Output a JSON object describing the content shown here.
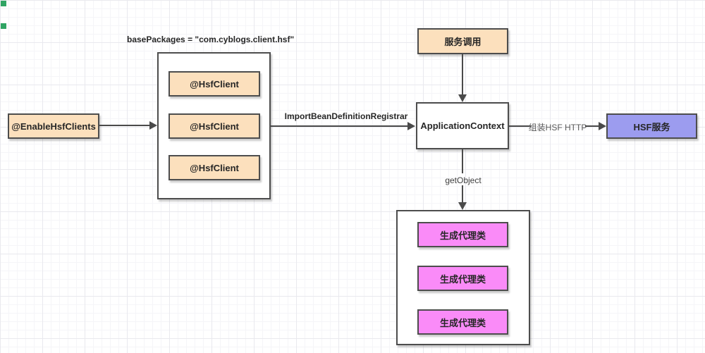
{
  "diagram": {
    "labels": {
      "base_packages": "basePackages = \"com.cyblogs.client.hsf\"",
      "import_registrar": "ImportBeanDefinitionRegistrar",
      "assemble_http": "组装HSF HTTP",
      "get_object": "getObject"
    },
    "nodes": {
      "enable_hsf_clients": "@EnableHsfClients",
      "service_call": "服务调用",
      "application_context": "ApplicationContext",
      "hsf_service": "HSF服务"
    },
    "client_group": {
      "items": [
        "@HsfClient",
        "@HsfClient",
        "@HsfClient"
      ]
    },
    "proxy_group": {
      "items": [
        "生成代理类",
        "生成代理类",
        "生成代理类"
      ]
    },
    "colors": {
      "peach_fill": "#fce0bd",
      "magenta_fill": "#fa8bf8",
      "purple_fill": "#9c9cef",
      "box_border": "#4d4d4d",
      "line": "#4a4a4a",
      "label_gray": "#595959",
      "marker_green": "#2fa463",
      "grid_minor": "#f5f5f8",
      "grid_major": "#e9e9ee"
    }
  }
}
